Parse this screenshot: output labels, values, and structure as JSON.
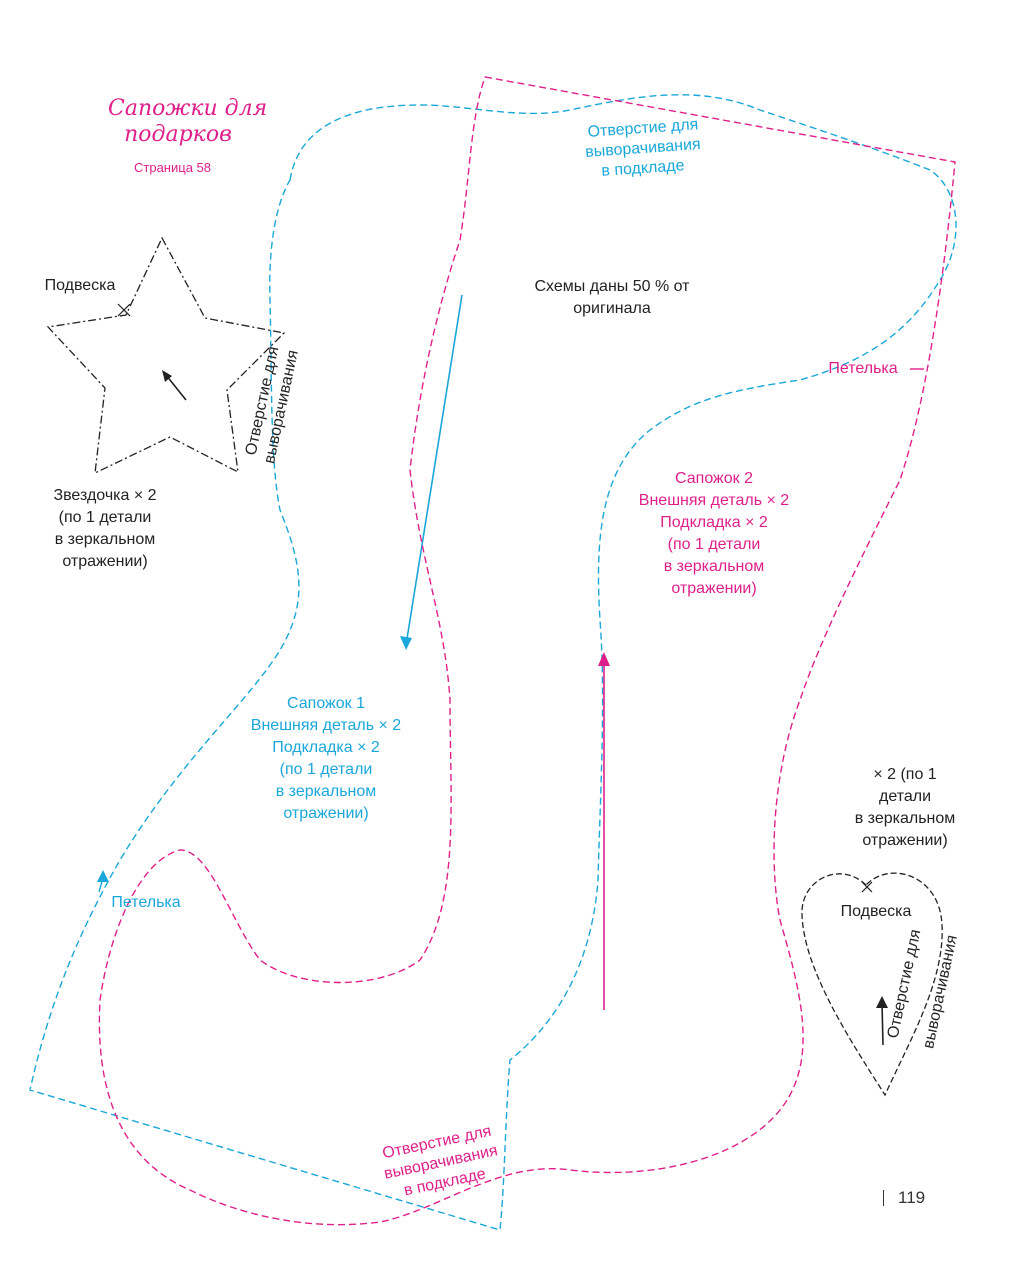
{
  "title": "Сапожки для подарков",
  "title_lines": [
    "Сапожки для",
    "подарков"
  ],
  "subtitle": "Страница 58",
  "scale_note_lines": [
    "Схемы даны 50 % от",
    "оригинала"
  ],
  "star": {
    "hanger_label": "Подвеска",
    "opening_lines": [
      "Отверстие для",
      "выворачивания"
    ],
    "caption_lines": [
      "Звездочка × 2",
      "(по 1 детали",
      "в зеркальном",
      "отражении)"
    ]
  },
  "boot1": {
    "caption_lines": [
      "Сапожок 1",
      "Внешняя деталь × 2",
      "Подкладка × 2",
      "(по 1 детали",
      "в зеркальном",
      "отражении)"
    ],
    "loop_label": "Петелька",
    "lining_opening_lines": [
      "Отверстие для",
      "выворачивания",
      "в подкладе"
    ]
  },
  "boot2": {
    "caption_lines": [
      "Сапожок 2",
      "Внешняя деталь × 2",
      "Подкладка × 2",
      "(по 1 детали",
      "в зеркальном",
      "отражении)"
    ],
    "loop_label": "Петелька",
    "lining_opening_lines": [
      "Отверстие для",
      "выворачивания",
      "в подкладе"
    ]
  },
  "heart": {
    "caption_lines": [
      "× 2 (по 1",
      "детали",
      "в зеркальном",
      "отражении)"
    ],
    "hanger_label": "Подвеска",
    "opening_lines": [
      "Отверстие для",
      "выворачивания"
    ]
  },
  "page_number": "119",
  "colors": {
    "blue": "#1aa7d9",
    "pink": "#e0208a",
    "black": "#222222"
  }
}
